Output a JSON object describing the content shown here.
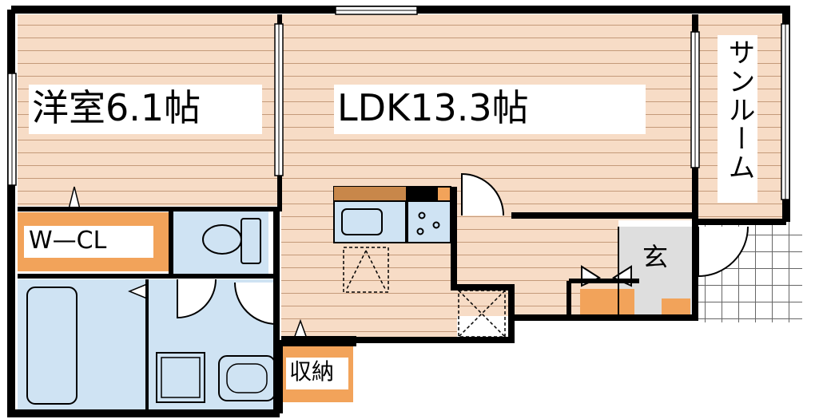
{
  "rooms": {
    "youshitsu": "洋室6.1帖",
    "ldk": "LDK13.3帖",
    "sunroom": "サンルーム",
    "wcl": "W—CL",
    "genkan": "玄",
    "shuno": "収納"
  },
  "colors": {
    "floor": "#f7dcc6",
    "floor_line": "#c49a7a",
    "wall": "#000000",
    "wet_area": "#cfe3f3",
    "storage": "#f2a35a",
    "entrance": "#dedede",
    "tile": "#ffffff"
  }
}
